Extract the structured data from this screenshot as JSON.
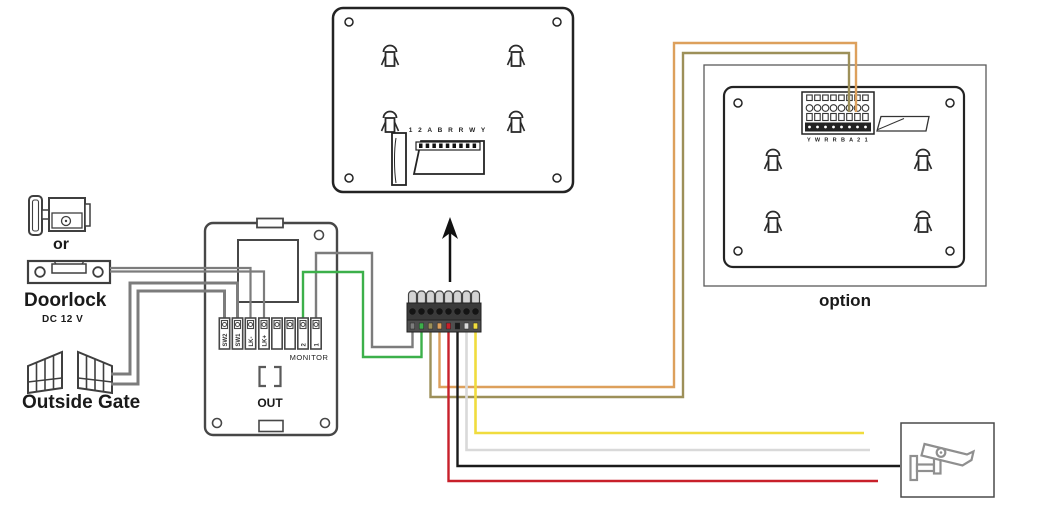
{
  "indoor_monitor": {
    "terminal_label": "1 2 A B R R W Y"
  },
  "option_monitor": {
    "terminal_label": "Y W R R B A 2 1",
    "caption": "option"
  },
  "door_station": {
    "terminals": [
      "SW2",
      "SW1",
      "LK-",
      "LK+",
      "",
      "",
      "2",
      "1"
    ],
    "monitor_port_label": "MONITOR",
    "out_label": "OUT"
  },
  "left_devices": {
    "or_label": "or",
    "doorlock_label": "Doorlock",
    "doorlock_voltage": "DC 12 V",
    "gate_label": "Outside Gate"
  },
  "wire_colors": {
    "grey": "#7c7c7c",
    "green": "#3cb04a",
    "khaki": "#9d9059",
    "orange": "#dda05c",
    "red": "#c8202a",
    "black": "#1a1a1a",
    "white": "#d9d9d9",
    "yellow": "#f0dc3e"
  }
}
